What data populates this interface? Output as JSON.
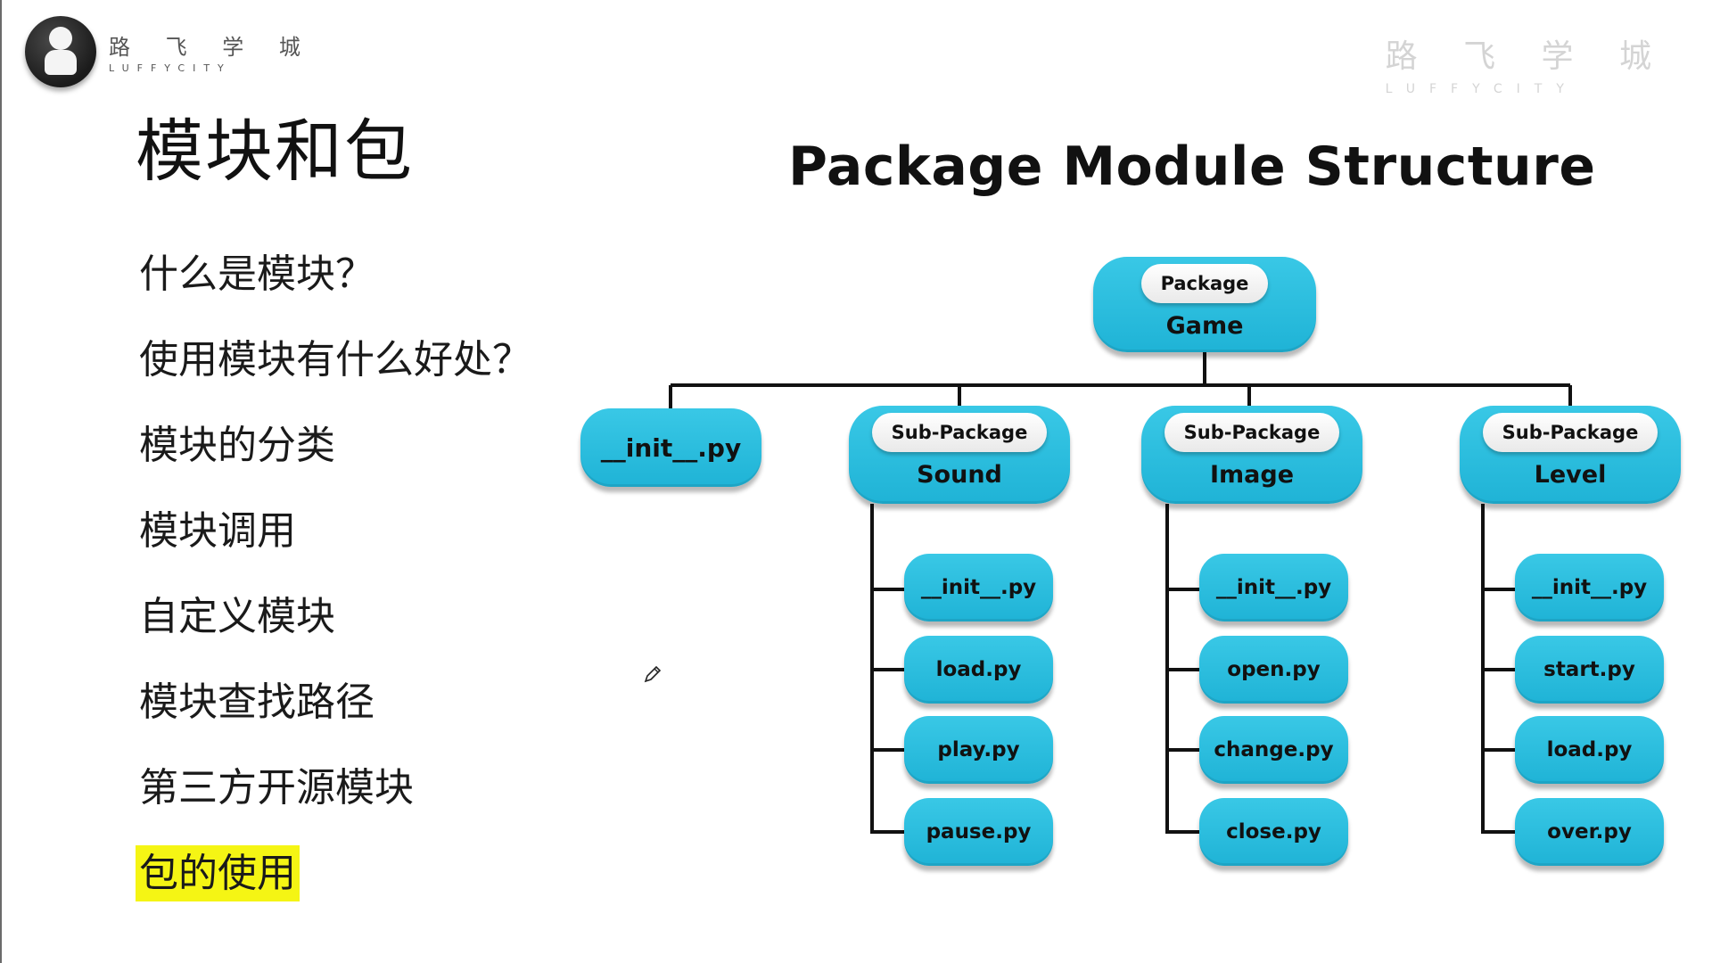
{
  "logo": {
    "cn": "路 飞 学 城",
    "en": "LUFFYCITY"
  },
  "watermark": {
    "cn": "路 飞 学 城",
    "en": "LUFFYCITY"
  },
  "slide": {
    "title": "模块和包",
    "topics": [
      "什么是模块？",
      "使用模块有什么好处？",
      "模块的分类",
      "模块调用",
      "自定义模块",
      "模块查找路径",
      "第三方开源模块",
      "包的使用"
    ],
    "highlighted_topic_index": 7,
    "highlight_color": "#f5f514"
  },
  "diagram": {
    "title": "Package Module Structure",
    "node_color": "#29bfe0",
    "root": {
      "type_label": "Package",
      "name": "Game"
    },
    "top_init": "__init__.py",
    "subpackages": [
      {
        "type_label": "Sub-Package",
        "name": "Sound",
        "files": [
          "__init__.py",
          "load.py",
          "play.py",
          "pause.py"
        ]
      },
      {
        "type_label": "Sub-Package",
        "name": "Image",
        "files": [
          "__init__.py",
          "open.py",
          "change.py",
          "close.py"
        ]
      },
      {
        "type_label": "Sub-Package",
        "name": "Level",
        "files": [
          "__init__.py",
          "start.py",
          "load.py",
          "over.py"
        ]
      }
    ]
  }
}
